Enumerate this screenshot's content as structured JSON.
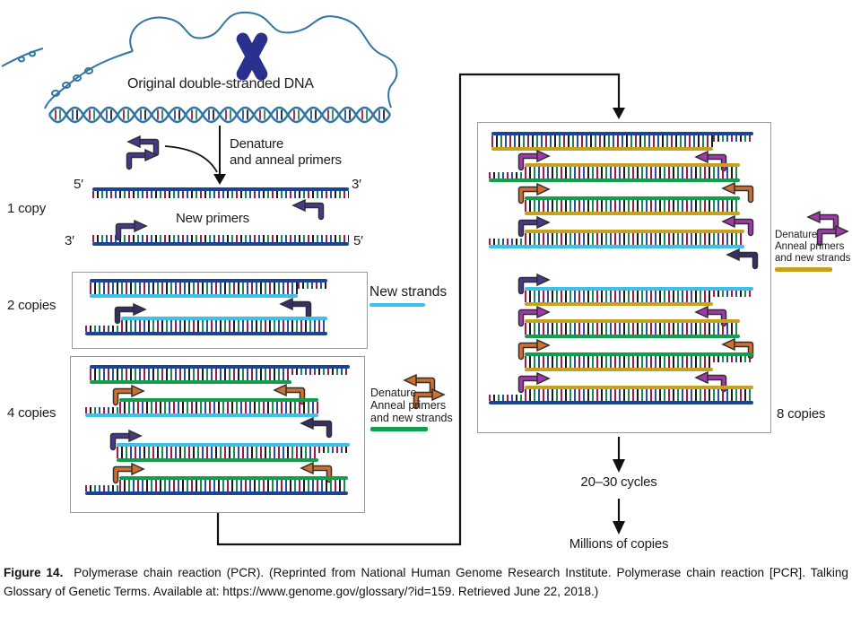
{
  "figure": {
    "labels": {
      "original_dna": "Original double-stranded DNA",
      "denature_line1": "Denature",
      "denature_line2": "and anneal primers",
      "one_copy": "1 copy",
      "new_primers": "New primers",
      "two_copies": "2 copies",
      "new_strands": "New strands",
      "four_copies": "4 copies",
      "eight_copies": "8 copies",
      "cycles": "20–30 cycles",
      "millions": "Millions of copies",
      "five_prime": "5′",
      "three_prime": "3′"
    },
    "legend": {
      "line1": "Denature",
      "line2": "Anneal primers",
      "line3": "and new strands"
    },
    "caption": {
      "label": "Figure 14.",
      "text": "Polymerase chain reaction (PCR). (Reprinted from National Human Genome Research Institute. Polymerase chain reaction [PCR]. Talking Glossary of Genetic Terms. Available at: https://www.genome.gov/glossary/?id=159. Retrieved June 22, 2018.)"
    },
    "colors": {
      "navy": "#1a4496",
      "cyan": "#3cc0ec",
      "green": "#129e4c",
      "yellow": "#c7a21f",
      "orange": "#cf7030",
      "magenta": "#a238ae",
      "purple": "#453a8c",
      "darkpurple": "#353066",
      "tooth_red": "#9b1b4d",
      "tooth_black": "#1b1b1b",
      "tooth_green": "#1d8a4b",
      "tooth_blue": "#2a4da0",
      "box_border": "#9a9a9a",
      "line": "#111111",
      "helix": "#2f76a4",
      "chromosome": "#2b2f8e"
    }
  }
}
